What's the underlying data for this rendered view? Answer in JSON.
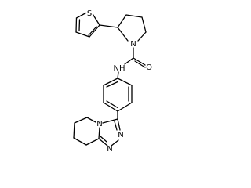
{
  "diagram": {
    "type": "chemical-structure",
    "atom_labels": {
      "S": "S",
      "N_pyrrolidine": "N",
      "O": "O",
      "NH": "NH",
      "N_triazole_1": "N",
      "N_triazole_2": "N",
      "N_triazole_3": "N"
    }
  }
}
